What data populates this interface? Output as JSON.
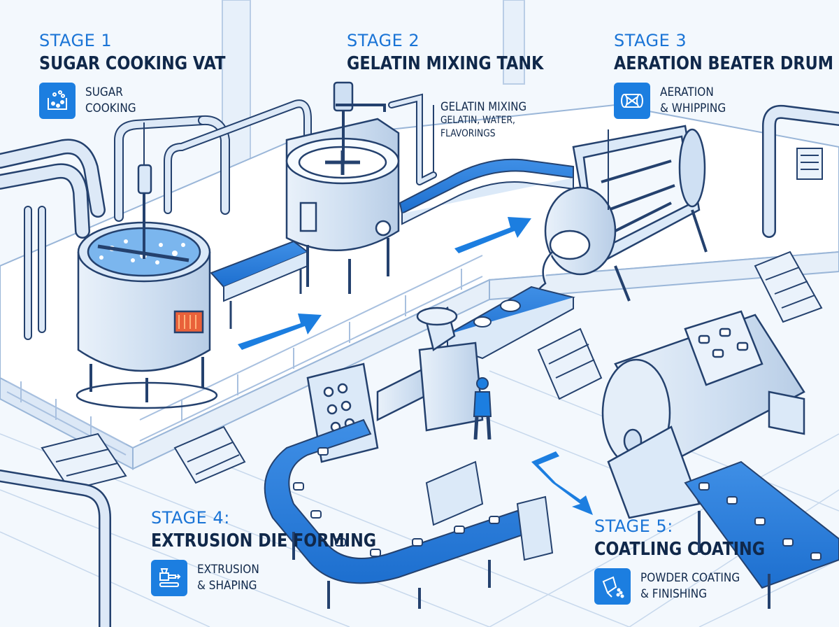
{
  "stages": [
    {
      "number": "STAGE 1",
      "title": "SUGAR COOKING VAT",
      "badge_icon": "sugar-pot-icon",
      "caption": [
        "SUGAR",
        "COOKING"
      ]
    },
    {
      "number": "STAGE 2",
      "title": "GELATIN MIXING TANK"
    },
    {
      "number": "STAGE 3",
      "title": "AERATION BEATER DRUM",
      "badge_icon": "beater-drum-icon",
      "caption": [
        "AERATION",
        "& WHIPPING"
      ]
    },
    {
      "number": "STAGE 4:",
      "title": "EXTRUSION DIE FORMING",
      "badge_icon": "extruder-icon",
      "caption": [
        "EXTRUSION",
        "& SHAPING"
      ]
    },
    {
      "number": "STAGE 5:",
      "title": "COATLING COATING",
      "badge_icon": "powder-coating-icon",
      "caption": [
        "POWDER COATING",
        "& FINISHING"
      ]
    }
  ],
  "gelatin_note": {
    "heading": "GELATIN MIXING",
    "lines": [
      "GELATIN, WATER,",
      "FLAVORINGS"
    ]
  },
  "colors": {
    "accent": "#1c7ee0",
    "line": "#24416e",
    "fill": "#dfeaf7",
    "background": "#f3f8fd"
  }
}
